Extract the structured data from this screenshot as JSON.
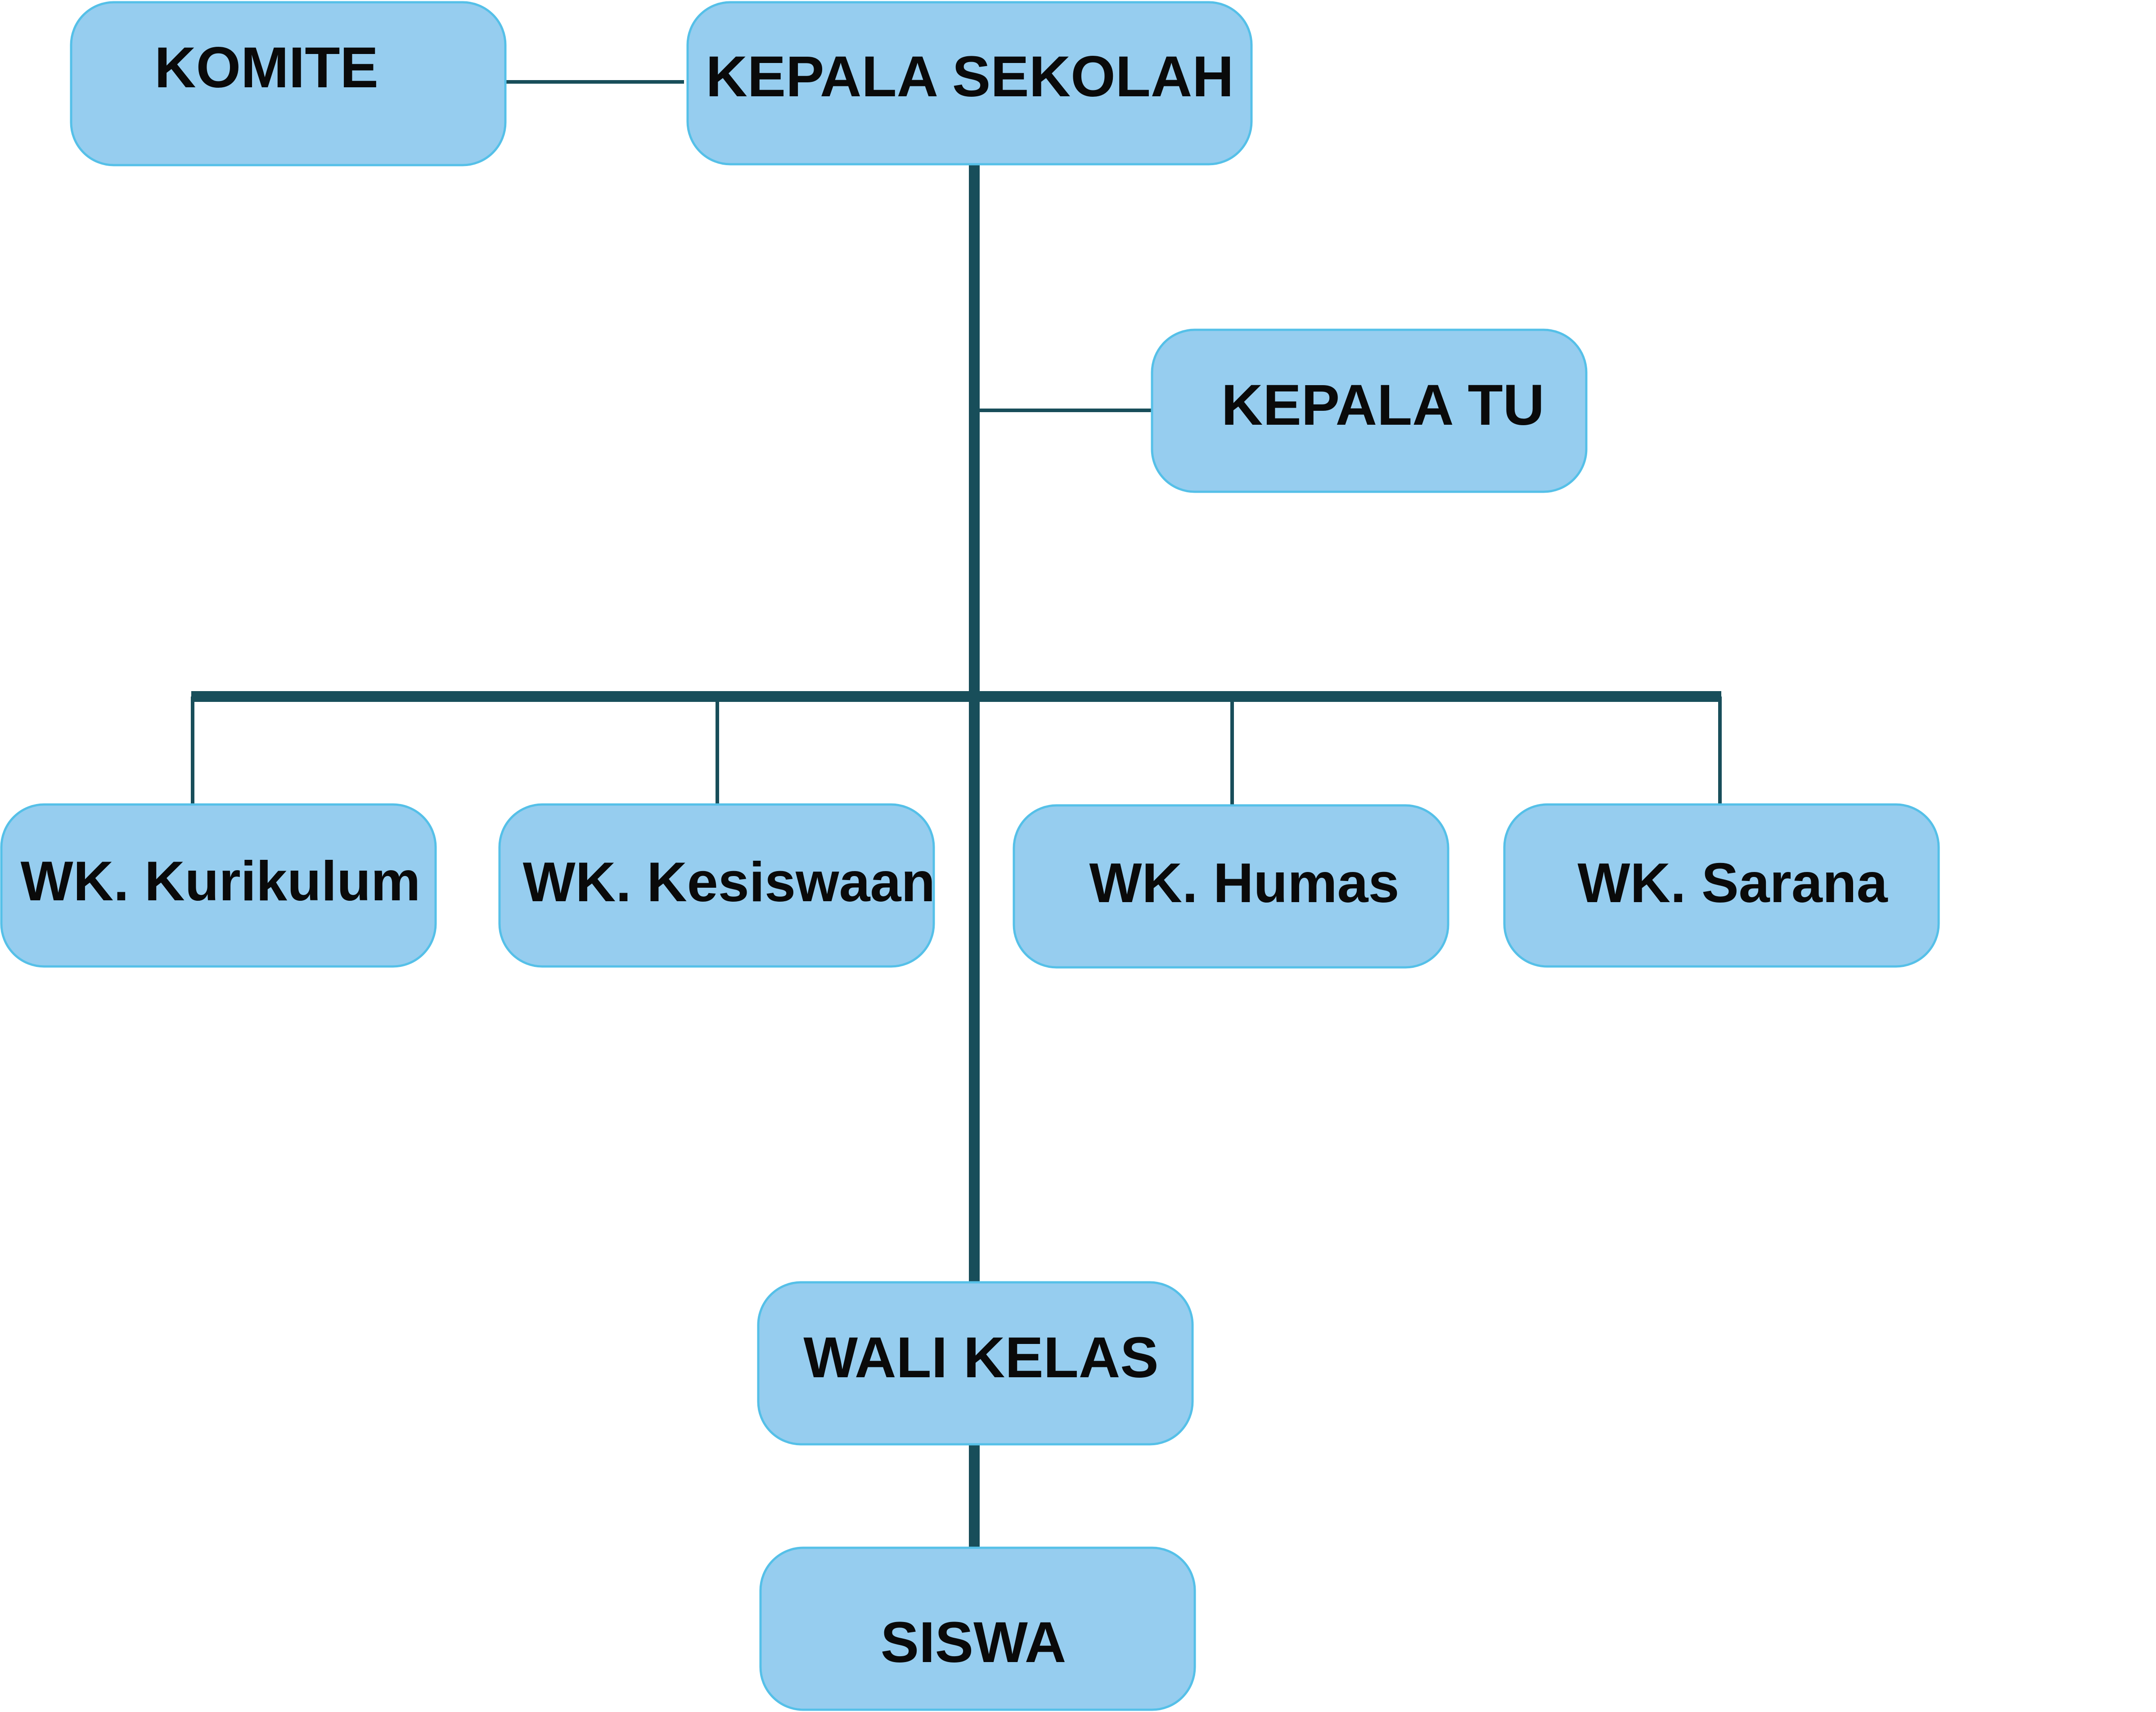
{
  "org_chart": {
    "komite": "KOMITE",
    "kepala_sekolah": "KEPALA SEKOLAH",
    "kepala_tu": "KEPALA TU",
    "wk_kurikulum": "WK. Kurikulum",
    "wk_kesiswaan": "WK. Kesiswaan",
    "wk_humas": "WK. Humas",
    "wk_sarana": "WK. Sarana",
    "wali_kelas": "WALI KELAS",
    "siswa": "SISWA"
  },
  "colors": {
    "box_fill": "#96cdef",
    "box_border": "#55c0e8",
    "line": "#184e5a",
    "text": "#0a0a0a"
  }
}
